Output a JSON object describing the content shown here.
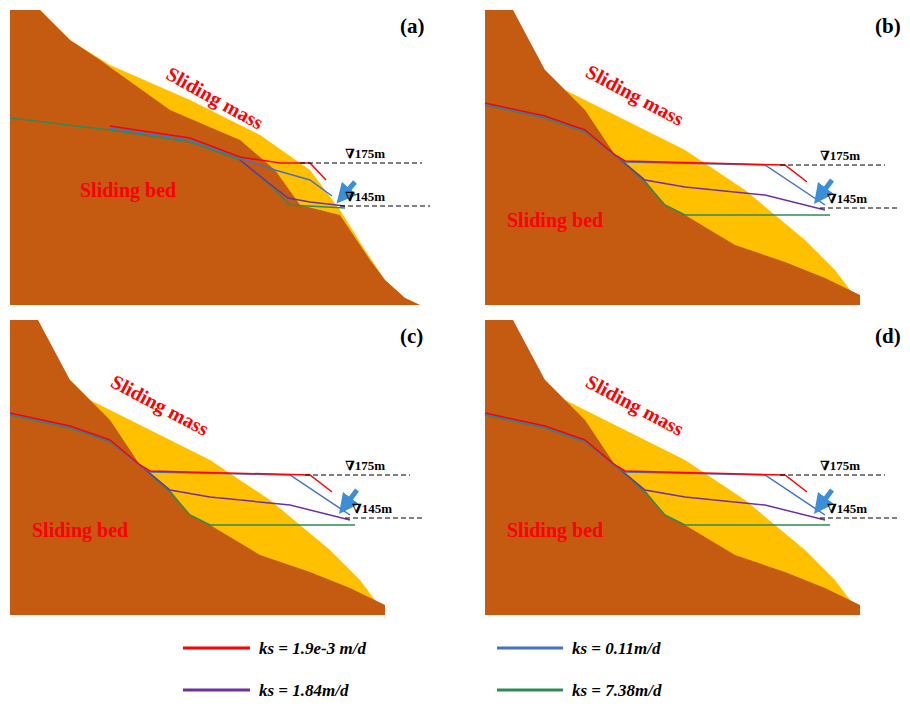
{
  "diagram": {
    "labels": [
      "(a)",
      "Sliding mass",
      "Sliding bed",
      "∇175m",
      "∇145m",
      "(b)",
      "Sliding mass",
      "Sliding bed",
      "∇175m",
      "∇145m",
      "(c)",
      "Sliding mass",
      "Sliding bed",
      "∇175m",
      "∇145m",
      "(d)",
      "Sliding mass",
      "Sliding bed",
      "∇175m",
      "∇145m"
    ],
    "legend": [
      {
        "text": "ks = 1.9e-3 m/d"
      },
      {
        "text": "ks = 0.11m/d"
      },
      {
        "text": "ks = 1.84m/d"
      },
      {
        "text": "ks = 7.38m/d"
      }
    ]
  }
}
